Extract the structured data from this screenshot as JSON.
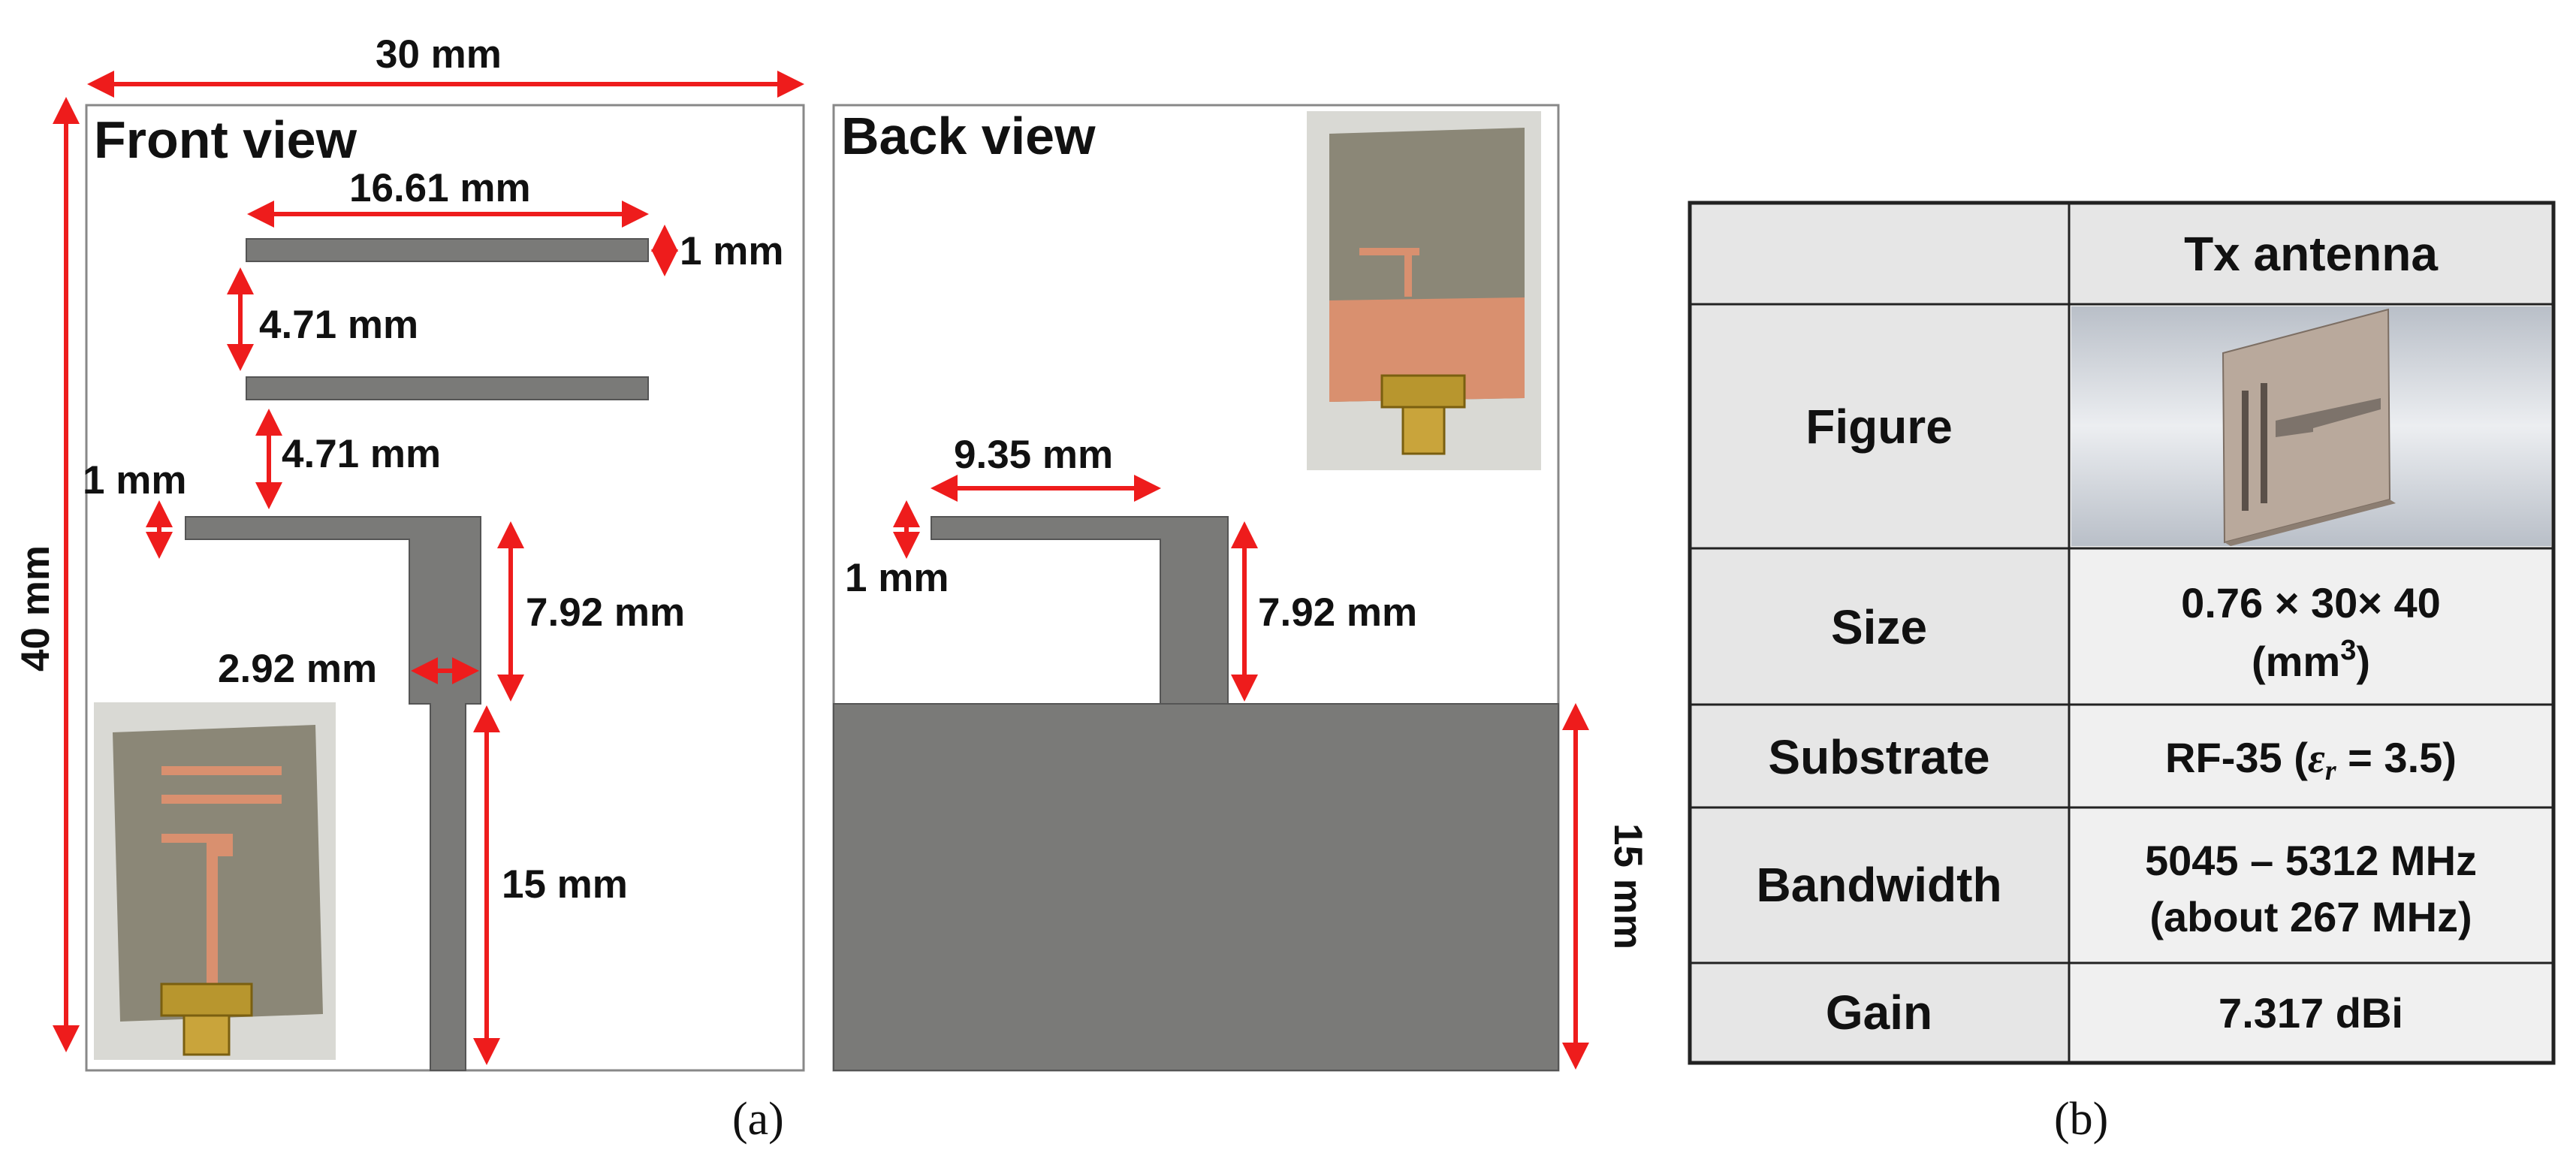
{
  "panel_a": {
    "front_view": {
      "title": "Front view",
      "dims": {
        "width": "30 mm",
        "height": "40 mm",
        "strip_length": "16.61 mm",
        "strip_width": "1 mm",
        "gap1": "4.71 mm",
        "gap2": "4.71 mm",
        "arm_width": "1 mm",
        "feed_height": "7.92 mm",
        "feed_width": "2.92 mm",
        "line_length": "15 mm"
      }
    },
    "back_view": {
      "title": "Back view",
      "dims": {
        "arm_length": "9.35 mm",
        "arm_width": "1 mm",
        "stub_height": "7.92 mm",
        "ground_height": "15 mm"
      }
    },
    "caption": "(a)"
  },
  "panel_b": {
    "header": [
      "",
      "Tx antenna"
    ],
    "rows": [
      {
        "label": "Figure",
        "value": ""
      },
      {
        "label": "Size",
        "value_line1": "0.76 × 30× 40",
        "value_line2_base": "(mm",
        "value_line2_sup": "3",
        "value_line2_end": ")"
      },
      {
        "label": "Substrate",
        "value_prefix": "RF-35 (",
        "value_symbol": "ε",
        "value_sub": "r",
        "value_suffix": " = 3.5)"
      },
      {
        "label": "Bandwidth",
        "value_line1": "5045 – 5312 MHz",
        "value_line2": "(about 267 MHz)"
      },
      {
        "label": "Gain",
        "value": "7.317 dBi"
      }
    ],
    "caption": "(b)"
  },
  "colors": {
    "metal": "#7a7a78",
    "arrow": "#ee1c1c",
    "header_bg": "#e6e6e6",
    "table_bg": "#f0f0f0",
    "copper": "#d9906f",
    "board": "#8b8777"
  }
}
